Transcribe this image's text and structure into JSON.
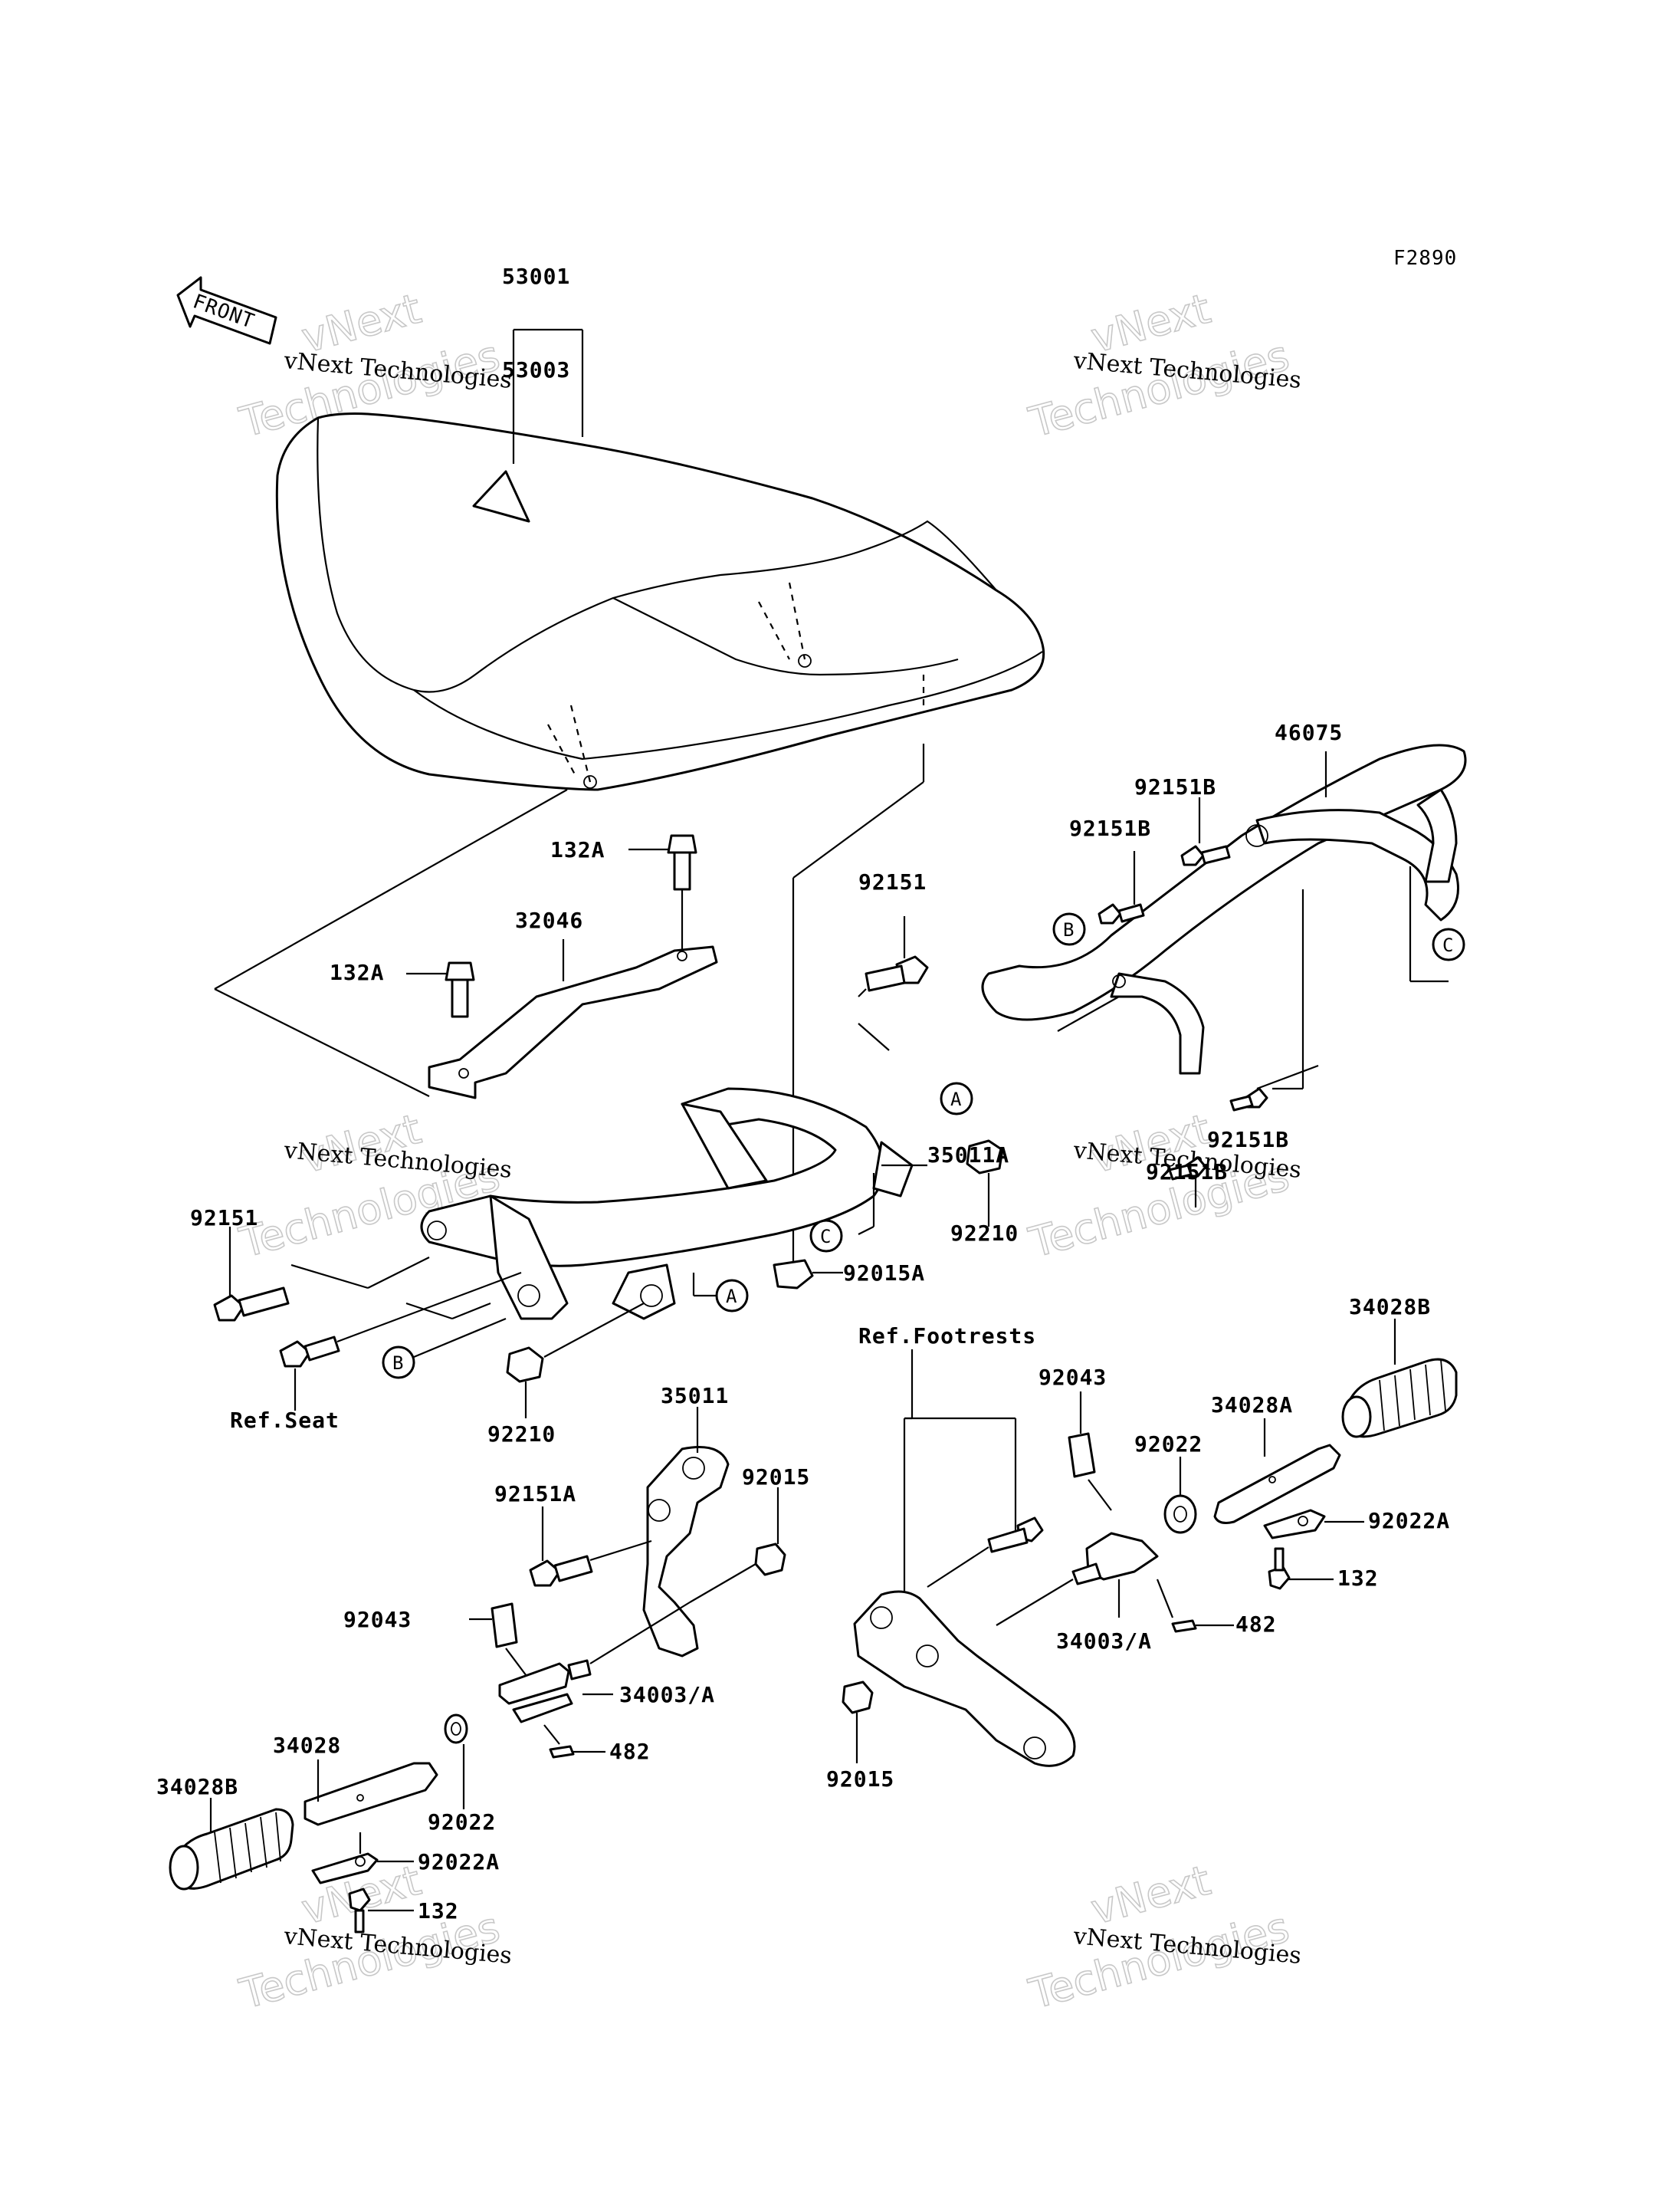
{
  "figure_code": "F2890",
  "front_arrow": "FRONT",
  "watermark": {
    "line1": "vNext Technologies",
    "line2": "vNext",
    "line3": "Technologies"
  },
  "callouts": {
    "A": "A",
    "B": "B",
    "C": "C"
  },
  "labels": {
    "p53001": "53001",
    "p53003": "53003",
    "p46075": "46075",
    "p92151B_1": "92151B",
    "p92151B_2": "92151B",
    "p92151B_3": "92151B",
    "p92151B_4": "92151B",
    "p132A_1": "132A",
    "p132A_2": "132A",
    "p32046": "32046",
    "p92151_1": "92151",
    "p92151_2": "92151",
    "p35011A": "35011A",
    "p92210_1": "92210",
    "p92210_2": "92210",
    "p92015A": "92015A",
    "ref_seat": "Ref.Seat",
    "ref_footrests": "Ref.Footrests",
    "p34028B_1": "34028B",
    "p34028B_2": "34028B",
    "p35011": "35011",
    "p92043_1": "92043",
    "p92043_2": "92043",
    "p92151A": "92151A",
    "p92015_1": "92015",
    "p92015_2": "92015",
    "p34003A_1": "34003/A",
    "p34003A_2": "34003/A",
    "p482_1": "482",
    "p482_2": "482",
    "p34028": "34028",
    "p92022_1": "92022",
    "p92022_2": "92022",
    "p92022A_1": "92022A",
    "p92022A_2": "92022A",
    "p132_1": "132",
    "p132_2": "132",
    "p34028A": "34028A"
  }
}
